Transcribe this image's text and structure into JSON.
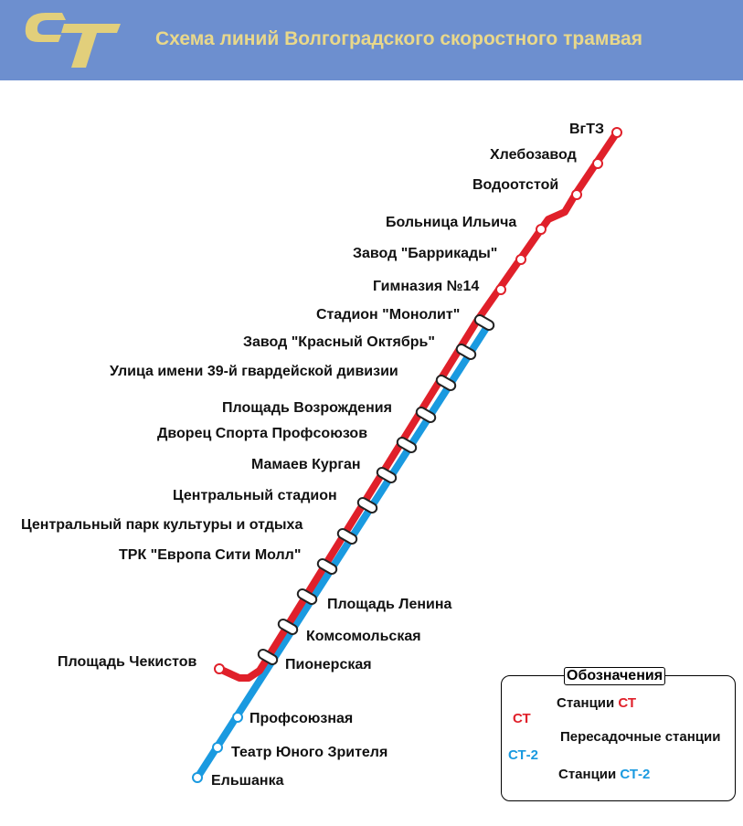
{
  "header": {
    "logo_text": "CT",
    "title": "Схема линий Волгоградского скоростного трамвая"
  },
  "colors": {
    "st": "#e0202a",
    "st2": "#1a9ae0",
    "header_bg": "#6d8fcf",
    "title": "#e9d88a",
    "logo": "#e2cf7b"
  },
  "stations": {
    "vgtz": "ВгТЗ",
    "khlebozavod": "Хлебозавод",
    "vodootstoy": "Водоотстой",
    "bolnitsa": "Больница Ильича",
    "barrikady": "Завод \"Баррикады\"",
    "gimnaziya": "Гимназия №14",
    "monolit": "Стадион \"Монолит\"",
    "krasny": "Завод \"Красный Октябрь\"",
    "gvardeyskoy": "Улица имени 39-й гвардейской дивизии",
    "vozrozhdeniya": "Площадь Возрождения",
    "dvorets": "Дворец Спорта Профсоюзов",
    "mamaev": "Мамаев Курган",
    "tsentr_stadion": "Центральный стадион",
    "park": "Центральный парк культуры и отдыха",
    "trk": "ТРК \"Европа Сити Молл\"",
    "lenina": "Площадь Ленина",
    "komsomolskaya": "Комсомольская",
    "chekistov": "Площадь Чекистов",
    "pionerskaya": "Пионерская",
    "profsoyuznaya": "Профсоюзная",
    "tyuz": "Театр Юного Зрителя",
    "elshanka": "Ельшанка"
  },
  "legend": {
    "title": "Обозначения",
    "st_prefix": "Станции ",
    "st_name": "СТ",
    "transfer": "Пересадочные станции",
    "st2_prefix": "Станции ",
    "st2_name": "СТ-2",
    "line_st": "СТ",
    "line_st2": "СТ-2"
  }
}
